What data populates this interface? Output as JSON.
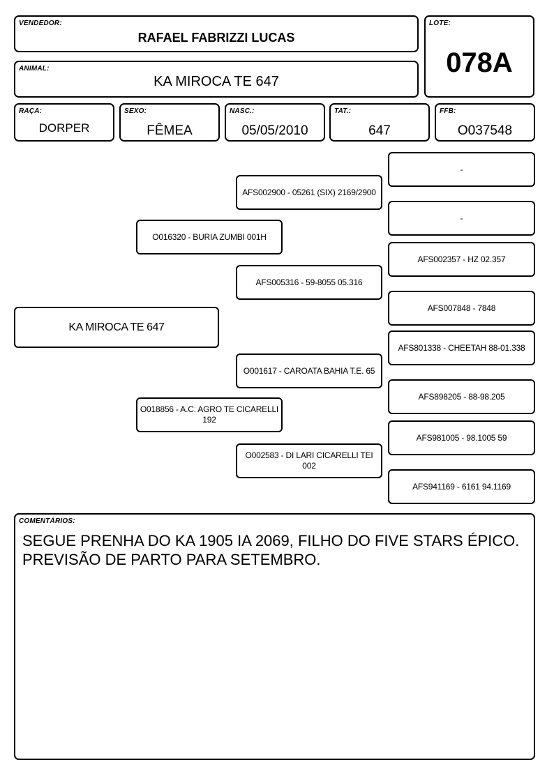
{
  "header": {
    "vendedor_label": "VENDEDOR:",
    "vendedor": "RAFAEL FABRIZZI LUCAS",
    "lote_label": "LOTE:",
    "lote": "078A",
    "animal_label": "ANIMAL:",
    "animal": "KA MIROCA TE 647"
  },
  "fields": {
    "raca_label": "RAÇA:",
    "raca": "DORPER",
    "sexo_label": "SEXO:",
    "sexo": "FÊMEA",
    "nasc_label": "NASC.:",
    "nasc": "05/05/2010",
    "tat_label": "TAT.:",
    "tat": "647",
    "ffb_label": "FFB:",
    "ffb": "O037548"
  },
  "pedigree": {
    "animal": "KA MIROCA TE 647",
    "sire": "O016320 - BURIA ZUMBI 001H",
    "dam": "O018856 - A.C. AGRO TE CICARELLI 192",
    "sire_sire": "AFS002900 - 05261 (SIX) 2169/2900",
    "sire_dam": "AFS005316 - 59-8055 05.316",
    "dam_sire": "O001617 - CAROATA BAHIA T.E. 65",
    "dam_dam": "O002583 - DI LARI CICARELLI TEI 002",
    "g3": [
      "-",
      "-",
      "AFS002357 - HZ 02.357",
      "AFS007848 - 7848",
      "AFS801338 - CHEETAH 88-01.338",
      "AFS898205 - 88-98.205",
      "AFS981005 - 98.1005 59",
      "AFS941169 - 6161 94.1169"
    ]
  },
  "comments": {
    "label": "COMENTÁRIOS:",
    "text": "SEGUE PRENHA DO KA 1905 IA 2069, FILHO DO FIVE STARS ÉPICO. PREVISÃO DE PARTO PARA SETEMBRO."
  }
}
